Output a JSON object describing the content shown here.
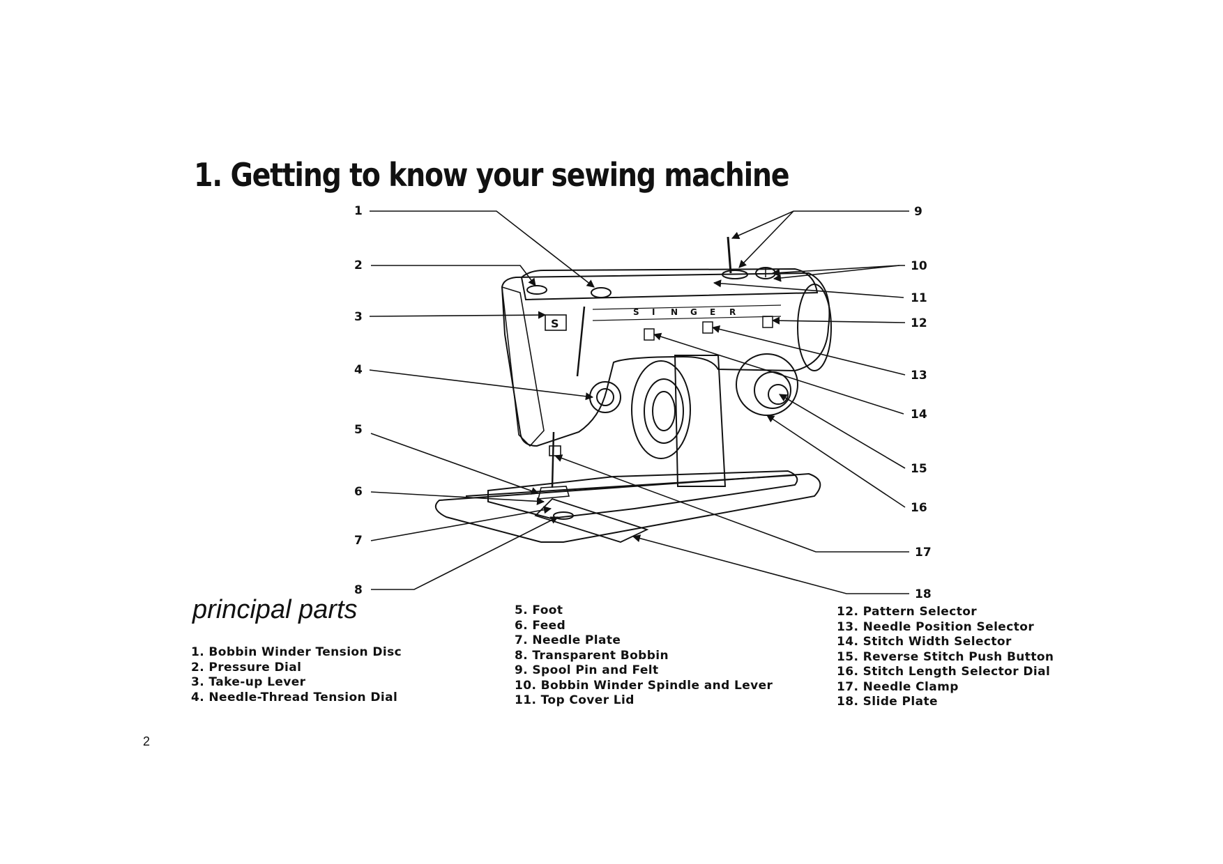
{
  "heading": "1. Getting to know your sewing machine",
  "subheading": "principal parts",
  "page_number": "2",
  "machine_badge": "S",
  "brand_letters": [
    "S",
    "I",
    "N",
    "G",
    "E",
    "R"
  ],
  "callouts": [
    "1",
    "2",
    "3",
    "4",
    "5",
    "6",
    "7",
    "8",
    "9",
    "10",
    "11",
    "12",
    "13",
    "14",
    "15",
    "16",
    "17",
    "18"
  ],
  "parts": {
    "column1": [
      "1. Bobbin Winder Tension Disc",
      "2. Pressure Dial",
      "3. Take-up Lever",
      "4. Needle-Thread Tension Dial"
    ],
    "column2": [
      "5. Foot",
      "6. Feed",
      "7. Needle Plate",
      "8. Transparent Bobbin",
      "9. Spool Pin and Felt",
      "10. Bobbin Winder Spindle and Lever",
      "11. Top Cover Lid"
    ],
    "column3": [
      "12. Pattern Selector",
      "13. Needle Position Selector",
      "14. Stitch Width Selector",
      "15. Reverse Stitch Push Button",
      "16. Stitch Length Selector Dial",
      "17. Needle Clamp",
      "18. Slide Plate"
    ]
  }
}
